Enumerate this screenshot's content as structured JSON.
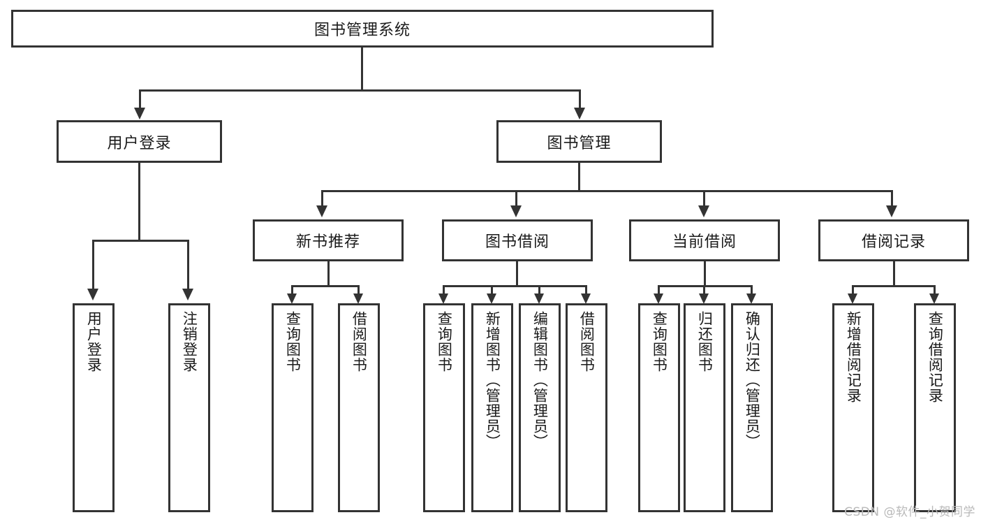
{
  "diagram": {
    "title": "图书管理系统",
    "root": {
      "label": "图书管理系统"
    },
    "level2": [
      {
        "label": "用户登录"
      },
      {
        "label": "图书管理"
      }
    ],
    "level3": [
      {
        "label": "新书推荐"
      },
      {
        "label": "图书借阅"
      },
      {
        "label": "当前借阅"
      },
      {
        "label": "借阅记录"
      }
    ],
    "leaves": {
      "user_login": [
        {
          "label": "用户登录"
        },
        {
          "label": "注销登录"
        }
      ],
      "new_book_recommend": [
        {
          "label": "查询图书"
        },
        {
          "label": "借阅图书"
        }
      ],
      "book_borrow": [
        {
          "label": "查询图书"
        },
        {
          "label": "新增图书（管理员）"
        },
        {
          "label": "编辑图书（管理员）"
        },
        {
          "label": "借阅图书"
        }
      ],
      "current_borrow": [
        {
          "label": "查询图书"
        },
        {
          "label": "归还图书"
        },
        {
          "label": "确认归还（管理员）"
        }
      ],
      "borrow_record": [
        {
          "label": "新增借阅记录"
        },
        {
          "label": "查询借阅记录"
        }
      ]
    }
  },
  "watermark": {
    "text": "CSDN @软件_小贺同学"
  },
  "colors": {
    "line": "#333333",
    "background": "#ffffff",
    "text": "#1a1a1a",
    "watermark": "#b9b9b9"
  }
}
